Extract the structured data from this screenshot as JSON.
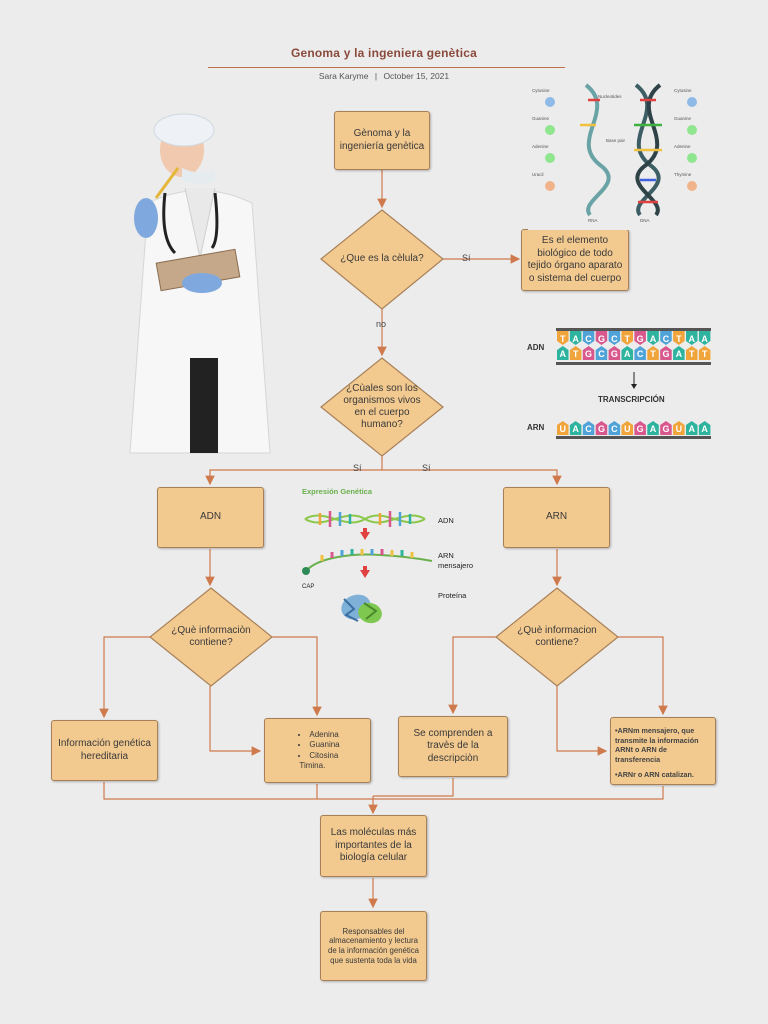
{
  "header": {
    "title": "Genoma y la ingeniera genètica",
    "author": "Sara Karyme",
    "separator": "|",
    "date": "October 15, 2021"
  },
  "flow": {
    "start": "Gènoma y la ingeniería genètica",
    "q1": "¿Que es la cèlula?",
    "q1_yes": "Sí",
    "q1_no": "no",
    "a1": "Es el elemento biológico de todo tejido órgano aparato o sistema del cuerpo",
    "q2": "¿Cùales son los organismos vivos en el cuerpo humano?",
    "q2_yes_left": "Sí",
    "q2_yes_right": "Sí",
    "adn": "ADN",
    "arn": "ARN",
    "q3": "¿Què informaciòn contiene?",
    "q4": "¿Què informacion contiene?",
    "info_hered": "Información genética hereditaria",
    "bases": [
      "Adenina",
      "Guanina",
      "Citosina"
    ],
    "bases_extra": "Timina.",
    "comprenden": "Se comprenden a travès de la descripciòn",
    "arnm_text_1": "•ARNm mensajero, que transmite la información ARNt o ARN de transferencia",
    "arnm_text_2": "•ARNr o ARN catalizan.",
    "moleculas": "Las moléculas más importantes de la biología celular",
    "responsables": "Responsables del almacenamiento y lectura de la información genética que sustenta toda la vida"
  },
  "transcription_graphic": {
    "label_adn": "ADN",
    "label_arn": "ARN",
    "label_transcripcion": "TRANSCRIPCIÓN",
    "top_strand": [
      "T",
      "A",
      "C",
      "G",
      "C",
      "T",
      "G",
      "A",
      "C",
      "T",
      "A",
      "A"
    ],
    "bottom_strand": [
      "A",
      "T",
      "G",
      "C",
      "G",
      "A",
      "C",
      "T",
      "G",
      "A",
      "T",
      "T"
    ],
    "rna_strand": [
      "U",
      "A",
      "C",
      "G",
      "C",
      "U",
      "G",
      "A",
      "G",
      "U",
      "A",
      "A"
    ]
  },
  "expression_graphic": {
    "title": "Expresión Genética",
    "label_adn": "ADN",
    "label_arn": "ARN",
    "label_mensajero": "mensajero",
    "label_cap": "CAP",
    "label_proteina": "Proteína"
  },
  "dna_rna_graphic": {
    "left_labels": [
      "Cytosine",
      "Guanine",
      "Adenine",
      "Uracil"
    ],
    "right_labels": [
      "Cytosine",
      "Guanine",
      "Adenine",
      "Thymine"
    ],
    "label_nucleotides": "Nucleotides",
    "label_base_pair": "Base pair",
    "label_rna": "RNA",
    "label_dna": "DNA"
  },
  "colors": {
    "box_fill": "#f2c98f",
    "box_border": "#a88057",
    "arrow": "#cf7a4c",
    "A": "#2db39e",
    "T": "#f0a43a",
    "C": "#4fa3d9",
    "G": "#d8578d",
    "U": "#f0a43a"
  }
}
